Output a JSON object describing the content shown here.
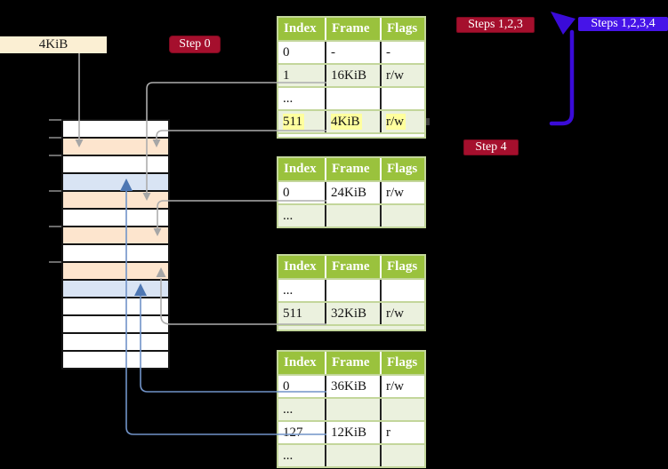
{
  "frame_size_label": "4KiB",
  "badges": {
    "step0": "Step 0",
    "steps123": "Steps 1,2,3",
    "steps1234": "Steps 1,2,3,4",
    "step4": "Step 4"
  },
  "colors": {
    "background": "#000000",
    "badge_red": "#A50F2D",
    "badge_blue": "#4614E8",
    "recursive_arrow_indigo": "#3A0BD8",
    "connector_gray": "#ADADAD",
    "connector_blue": "#7193C8",
    "connector_blue_arrowhead": "#4E77B3",
    "table_header_green": "#9AC23D",
    "table_border_green": "#C3D69B",
    "table_band_green": "#EBF1DE",
    "memory_row_orange": "#FDE5CE",
    "memory_row_blue": "#D9E4F4",
    "highlight_yellow": "#FFFF9E",
    "label_cream": "#FBEFD3"
  },
  "memory_stack": {
    "rows": [
      {
        "fill": "white"
      },
      {
        "fill": "orange"
      },
      {
        "fill": "white"
      },
      {
        "fill": "blue"
      },
      {
        "fill": "orange"
      },
      {
        "fill": "white"
      },
      {
        "fill": "orange"
      },
      {
        "fill": "white"
      },
      {
        "fill": "orange"
      },
      {
        "fill": "blue"
      },
      {
        "fill": "white"
      },
      {
        "fill": "white"
      },
      {
        "fill": "white"
      },
      {
        "fill": "white"
      }
    ]
  },
  "page_tables": [
    {
      "headers": [
        "Index",
        "Frame",
        "Flags"
      ],
      "rows": [
        {
          "cells": [
            "0",
            "-",
            "-"
          ]
        },
        {
          "cells": [
            "1",
            "16KiB",
            "r/w"
          ]
        },
        {
          "cells": [
            "...",
            "",
            ""
          ]
        },
        {
          "cells": [
            "511",
            "4KiB",
            "r/w"
          ],
          "highlighted": true
        }
      ]
    },
    {
      "headers": [
        "Index",
        "Frame",
        "Flags"
      ],
      "rows": [
        {
          "cells": [
            "0",
            "24KiB",
            "r/w"
          ]
        },
        {
          "cells": [
            "...",
            "",
            ""
          ]
        }
      ]
    },
    {
      "headers": [
        "Index",
        "Frame",
        "Flags"
      ],
      "rows": [
        {
          "cells": [
            "...",
            "",
            ""
          ]
        },
        {
          "cells": [
            "511",
            "32KiB",
            "r/w"
          ]
        }
      ]
    },
    {
      "headers": [
        "Index",
        "Frame",
        "Flags"
      ],
      "rows": [
        {
          "cells": [
            "0",
            "36KiB",
            "r/w"
          ]
        },
        {
          "cells": [
            "...",
            "",
            ""
          ]
        },
        {
          "cells": [
            "127",
            "12KiB",
            "r"
          ]
        },
        {
          "cells": [
            "...",
            "",
            ""
          ]
        }
      ]
    }
  ]
}
